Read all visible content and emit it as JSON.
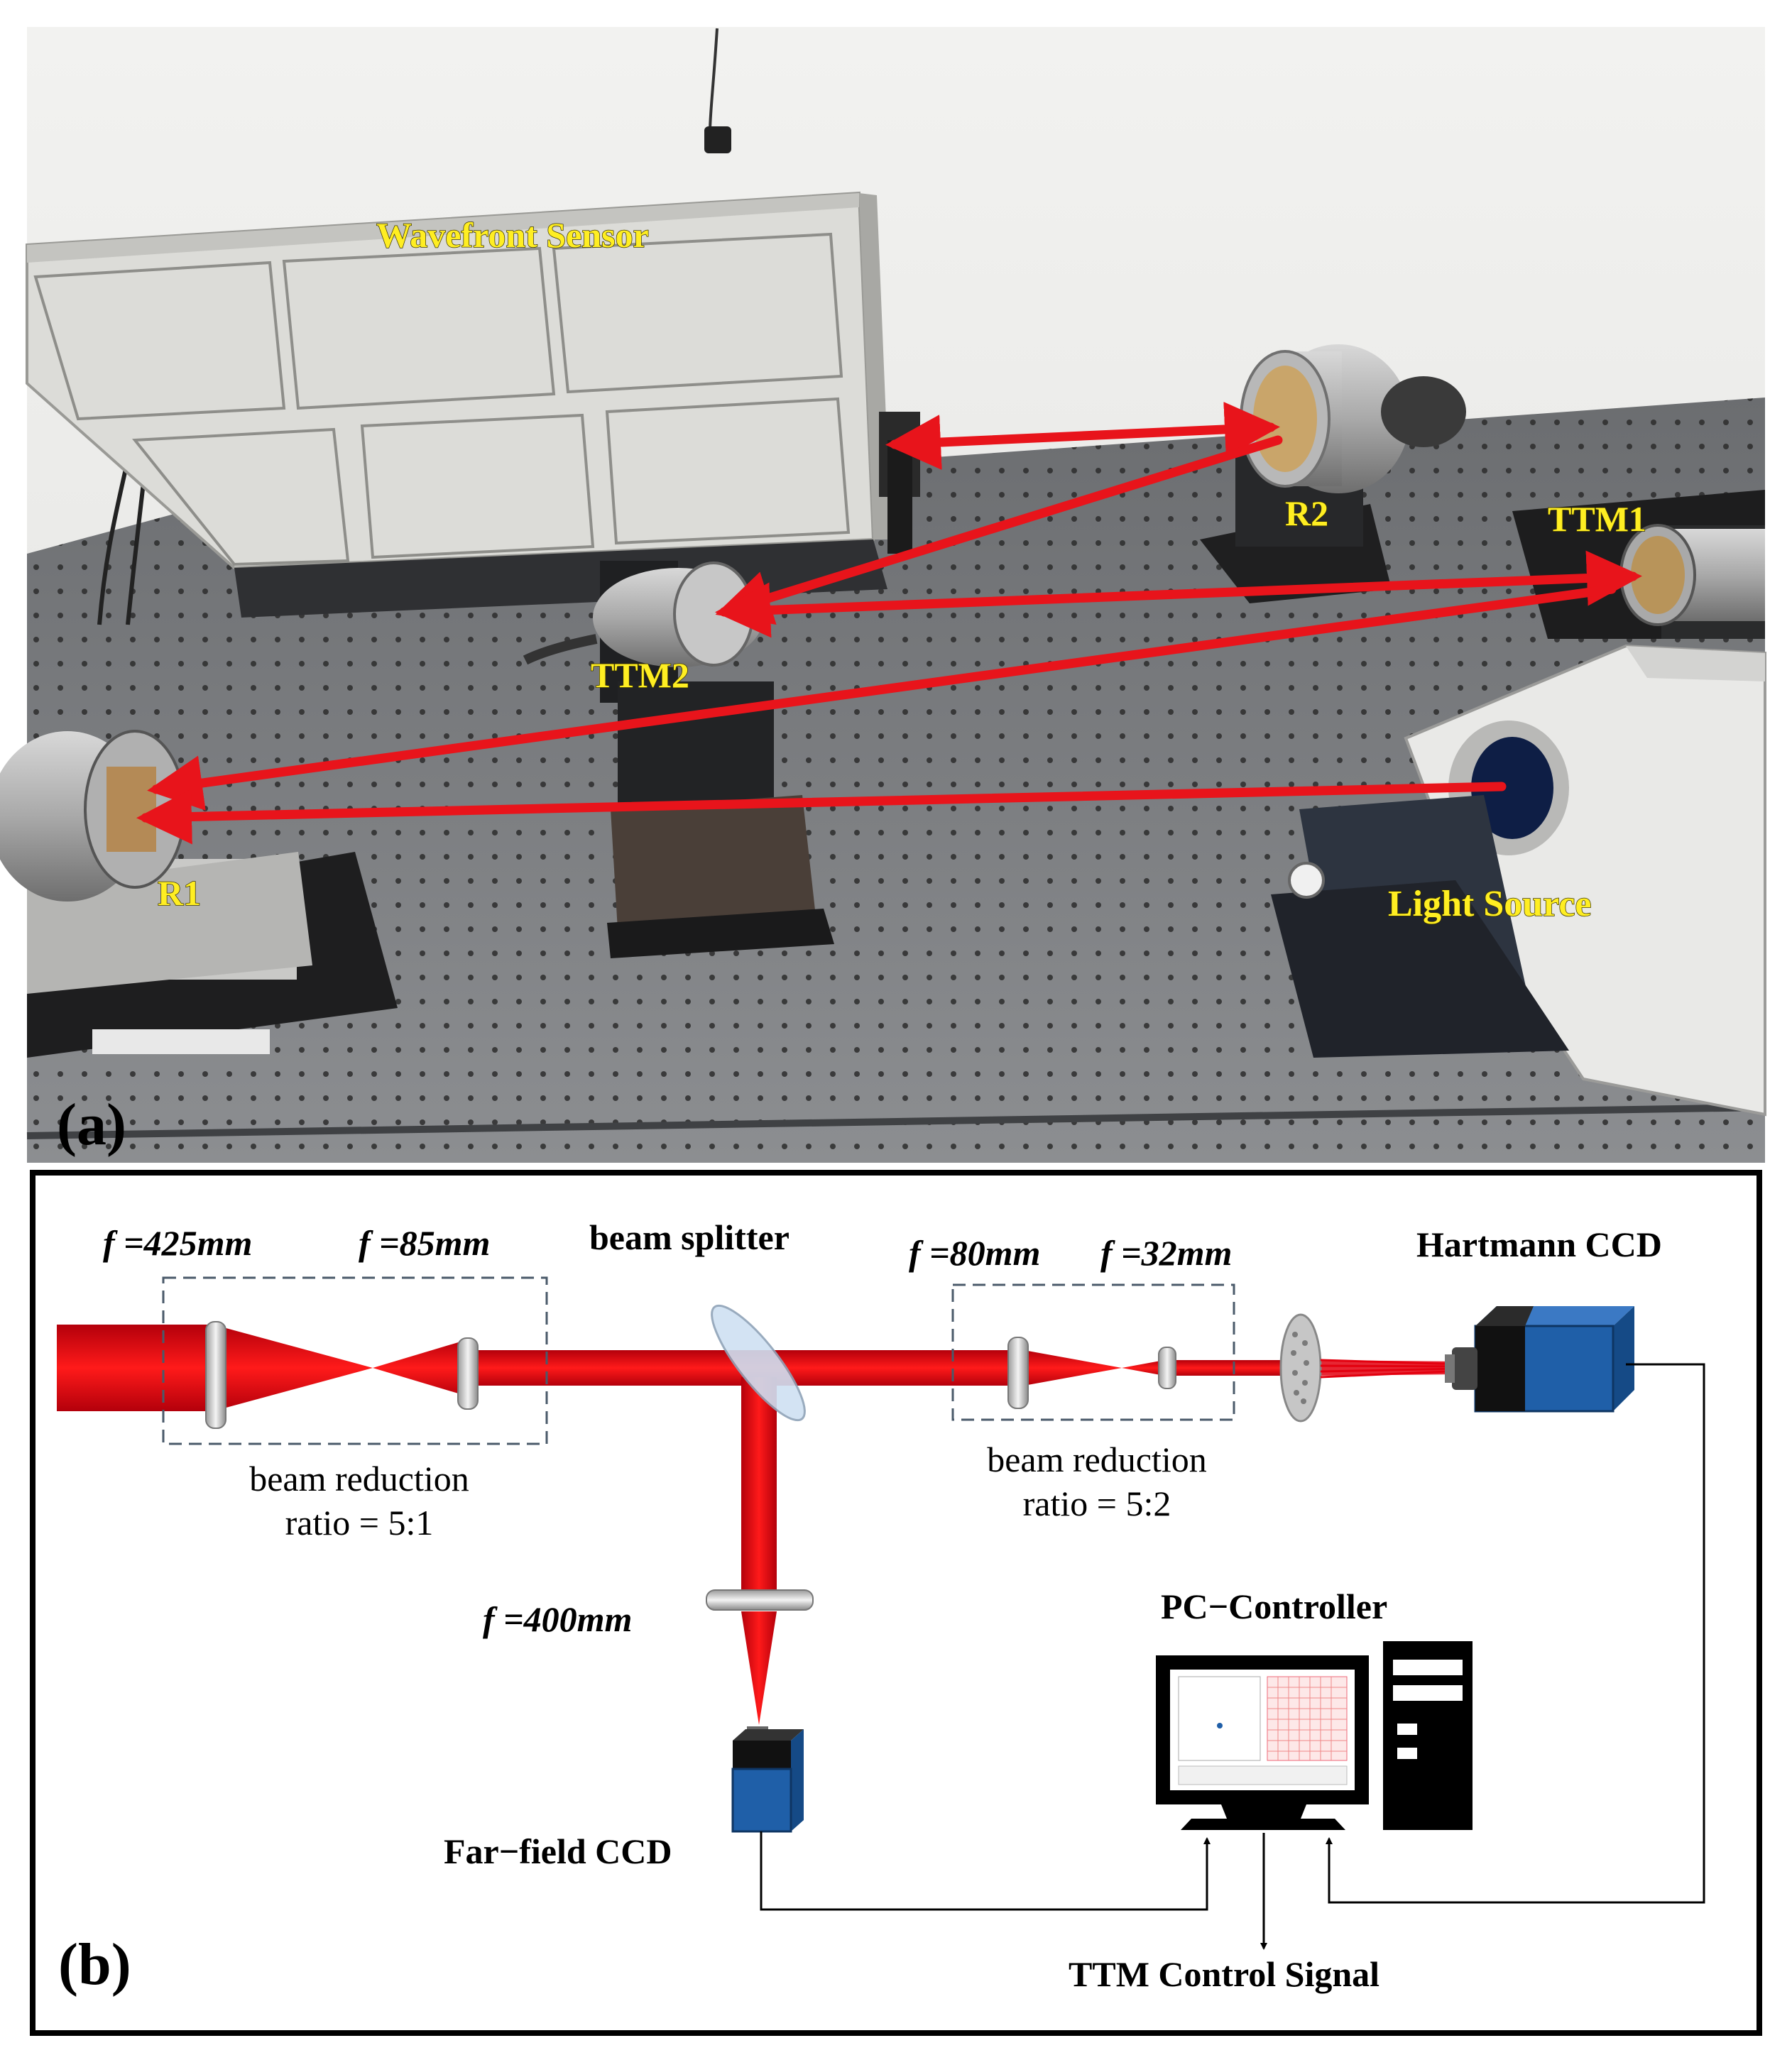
{
  "panel_a": {
    "tag": "(a)",
    "labels": {
      "wavefront_sensor": "Wavefront Sensor",
      "r2": "R2",
      "ttm1": "TTM1",
      "ttm2": "TTM2",
      "r1": "R1",
      "light_source": "Light Source"
    },
    "colors": {
      "beam": "#e8141b",
      "label": "#ffee22"
    }
  },
  "panel_b": {
    "tag": "(b)",
    "lens1": {
      "f": "f",
      "value": " =425",
      "unit": "mm"
    },
    "lens2": {
      "f": "f",
      "value": " =85",
      "unit": "mm"
    },
    "beam_splitter": "beam splitter",
    "lens3": {
      "f": "f",
      "value": " =80",
      "unit": "mm"
    },
    "lens4": {
      "f": "f",
      "value": " =32",
      "unit": "mm"
    },
    "hartmann_ccd": "Hartmann CCD",
    "reduction1": {
      "line1": "beam reduction",
      "line2": "ratio = 5:1"
    },
    "reduction2": {
      "line1": "beam reduction",
      "line2": "ratio = 5:2"
    },
    "lens5": {
      "f": "f",
      "value": " =400",
      "unit": "mm"
    },
    "pc_controller": "PC−Controller",
    "far_field_ccd": "Far−field CCD",
    "ttm_signal": "TTM Control Signal",
    "colors": {
      "beam": "#e3000f",
      "ccd": "#1f5fa8"
    }
  }
}
